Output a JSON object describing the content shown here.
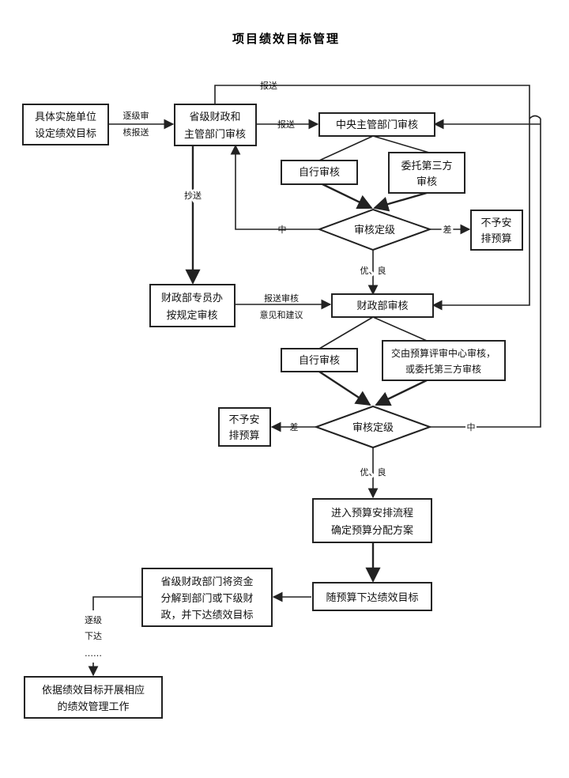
{
  "title": "项目绩效目标管理",
  "boxes": {
    "unit": [
      "具体实施单位",
      "设定绩效目标"
    ],
    "prov_fin": [
      "省级财政和",
      "主管部门审核"
    ],
    "central_dept": [
      "中央主管部门审核"
    ],
    "self_review_1": [
      "自行审核"
    ],
    "third_party_1": [
      "委托第三方",
      "审核"
    ],
    "no_budget_1": [
      "不予安",
      "排预算"
    ],
    "mof_staff": [
      "财政部专员办",
      "按规定审核"
    ],
    "mof_review": [
      "财政部审核"
    ],
    "self_review_2": [
      "自行审核"
    ],
    "budget_center": [
      "交由预算评审中心审核，",
      "或委托第三方审核"
    ],
    "no_budget_2": [
      "不予安",
      "排预算"
    ],
    "enter_budget": [
      "进入预算安排流程",
      "确定预算分配方案"
    ],
    "issue_goals": [
      "随预算下达绩效目标"
    ],
    "prov_decompose": [
      "省级财政部门将资金",
      "分解到部门或下级财",
      "政，并下达绩效目标"
    ],
    "final_work": [
      "依据绩效目标开展相应",
      "的绩效管理工作"
    ]
  },
  "diamonds": {
    "grading_1": "审核定级",
    "grading_2": "审核定级"
  },
  "labels": {
    "report_top": "报送",
    "submit_level": [
      "逐级审",
      "核报送"
    ],
    "report_mid": "报送",
    "copy_to": "抄送",
    "mid_1": "中",
    "poor_1": "差",
    "good_1": "优、良",
    "submit_opinion": [
      "报送审核",
      "意见和建议"
    ],
    "poor_2": "差",
    "mid_2": "中",
    "good_2": "优、良",
    "level_down": [
      "逐级",
      "下达",
      "……"
    ]
  }
}
